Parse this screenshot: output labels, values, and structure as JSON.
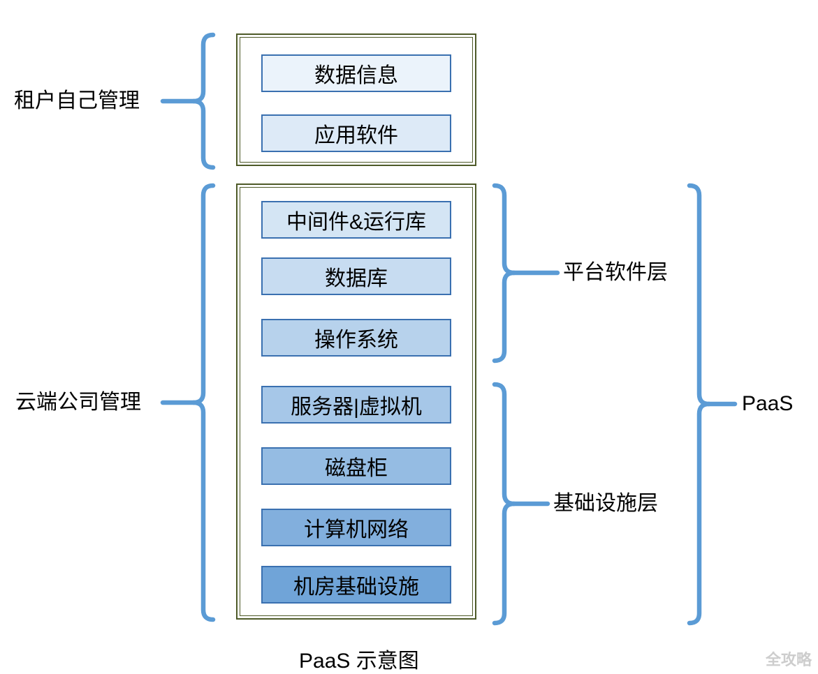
{
  "caption": "PaaS 示意图",
  "watermark": "全攻略",
  "annotations": {
    "tenant_managed": "租户自己管理",
    "cloud_managed": "云端公司管理",
    "platform_layer": "平台软件层",
    "infrastructure_layer": "基础设施层",
    "paas": "PaaS"
  },
  "tenant_stack": [
    {
      "label": "数据信息",
      "fill": "#EBF3FB"
    },
    {
      "label": "应用软件",
      "fill": "#DDEAF7"
    }
  ],
  "cloud_stack": [
    {
      "label": "中间件&运行库",
      "fill": "#D4E5F4"
    },
    {
      "label": "数据库",
      "fill": "#C7DCF1"
    },
    {
      "label": "操作系统",
      "fill": "#B7D2EC"
    },
    {
      "label": "服务器|虚拟机",
      "fill": "#A6C7E8"
    },
    {
      "label": "磁盘柜",
      "fill": "#95BCE3"
    },
    {
      "label": "计算机网络",
      "fill": "#82AFDD"
    },
    {
      "label": "机房基础设施",
      "fill": "#70A4D8"
    }
  ],
  "colors": {
    "brace": "#5B9BD5",
    "box_border": "#3A70B0",
    "frame_border": "#4E5A28",
    "text": "#000000",
    "watermark": "#CDCDCD"
  }
}
